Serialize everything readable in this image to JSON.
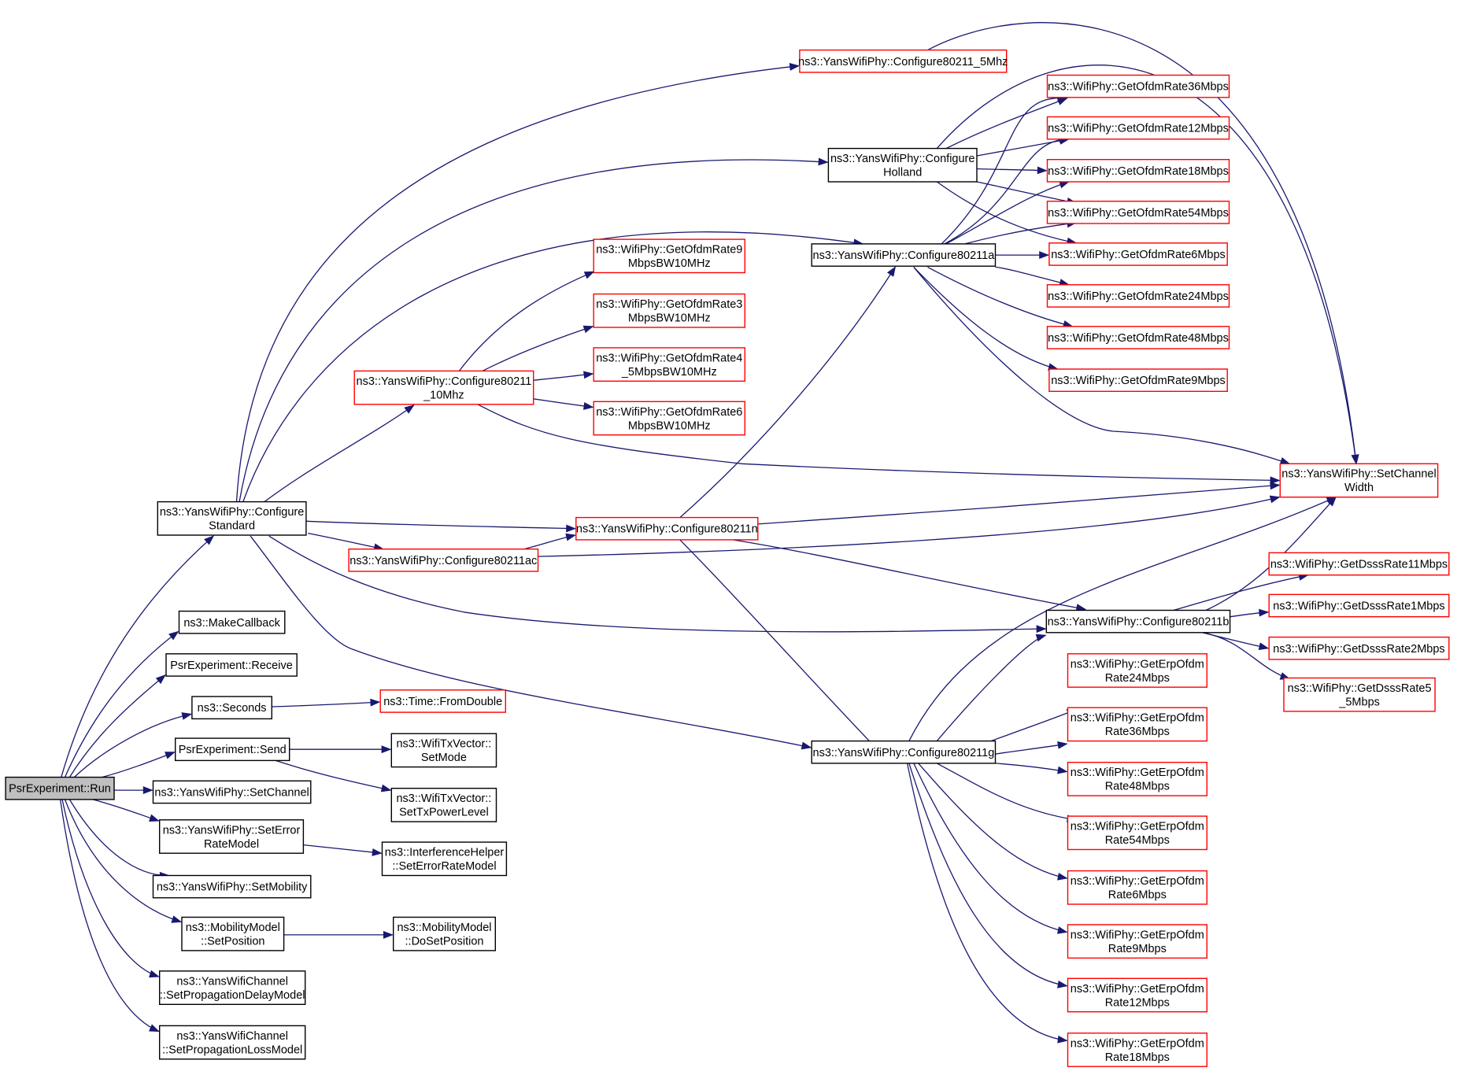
{
  "colors": {
    "edge": "#191970",
    "border_documented": "#000000",
    "border_undocumented": "#ff0000",
    "root_fill": "#bfbfbf",
    "node_fill": "#ffffff"
  },
  "nodes": {
    "run": {
      "lines": [
        "PsrExperiment::Run"
      ],
      "border": "black",
      "root": true
    },
    "cfgstd": {
      "lines": [
        "ns3::YansWifiPhy::Configure",
        "Standard"
      ],
      "border": "black"
    },
    "makecb": {
      "lines": [
        "ns3::MakeCallback"
      ],
      "border": "black"
    },
    "receive": {
      "lines": [
        "PsrExperiment::Receive"
      ],
      "border": "black"
    },
    "seconds": {
      "lines": [
        "ns3::Seconds"
      ],
      "border": "black"
    },
    "send": {
      "lines": [
        "PsrExperiment::Send"
      ],
      "border": "black"
    },
    "setchannel": {
      "lines": [
        "ns3::YansWifiPhy::SetChannel"
      ],
      "border": "black"
    },
    "seterm": {
      "lines": [
        "ns3::YansWifiPhy::SetError",
        "RateModel"
      ],
      "border": "black"
    },
    "setmobility": {
      "lines": [
        "ns3::YansWifiPhy::SetMobility"
      ],
      "border": "black"
    },
    "setposition": {
      "lines": [
        "ns3::MobilityModel",
        "::SetPosition"
      ],
      "border": "black"
    },
    "setpropdelay": {
      "lines": [
        "ns3::YansWifiChannel",
        "::SetPropagationDelayModel"
      ],
      "border": "black"
    },
    "setproploss": {
      "lines": [
        "ns3::YansWifiChannel",
        "::SetPropagationLossModel"
      ],
      "border": "black"
    },
    "fromdouble": {
      "lines": [
        "ns3::Time::FromDouble"
      ],
      "border": "red"
    },
    "setmode": {
      "lines": [
        "ns3::WifiTxVector::",
        "SetMode"
      ],
      "border": "black"
    },
    "settxpower": {
      "lines": [
        "ns3::WifiTxVector::",
        "SetTxPowerLevel"
      ],
      "border": "black"
    },
    "ihseterm": {
      "lines": [
        "ns3::InterferenceHelper",
        "::SetErrorRateModel"
      ],
      "border": "black"
    },
    "dosetpos": {
      "lines": [
        "ns3::MobilityModel",
        "::DoSetPosition"
      ],
      "border": "black"
    },
    "cfg5mhz": {
      "lines": [
        "ns3::YansWifiPhy::Configure80211_5Mhz"
      ],
      "border": "red"
    },
    "cfgholland": {
      "lines": [
        "ns3::YansWifiPhy::Configure",
        "Holland"
      ],
      "border": "black"
    },
    "cfga": {
      "lines": [
        "ns3::YansWifiPhy::Configure80211a"
      ],
      "border": "black"
    },
    "cfg10mhz": {
      "lines": [
        "ns3::YansWifiPhy::Configure80211",
        "_10Mhz"
      ],
      "border": "red"
    },
    "cfgn": {
      "lines": [
        "ns3::YansWifiPhy::Configure80211n"
      ],
      "border": "red"
    },
    "cfgac": {
      "lines": [
        "ns3::YansWifiPhy::Configure80211ac"
      ],
      "border": "red"
    },
    "cfgb": {
      "lines": [
        "ns3::YansWifiPhy::Configure80211b"
      ],
      "border": "black"
    },
    "cfgg": {
      "lines": [
        "ns3::YansWifiPhy::Configure80211g"
      ],
      "border": "black"
    },
    "o9bw": {
      "lines": [
        "ns3::WifiPhy::GetOfdmRate9",
        "MbpsBW10MHz"
      ],
      "border": "red"
    },
    "o3bw": {
      "lines": [
        "ns3::WifiPhy::GetOfdmRate3",
        "MbpsBW10MHz"
      ],
      "border": "red"
    },
    "o45bw": {
      "lines": [
        "ns3::WifiPhy::GetOfdmRate4",
        "_5MbpsBW10MHz"
      ],
      "border": "red"
    },
    "o6bw": {
      "lines": [
        "ns3::WifiPhy::GetOfdmRate6",
        "MbpsBW10MHz"
      ],
      "border": "red"
    },
    "o36": {
      "lines": [
        "ns3::WifiPhy::GetOfdmRate36Mbps"
      ],
      "border": "red"
    },
    "o12": {
      "lines": [
        "ns3::WifiPhy::GetOfdmRate12Mbps"
      ],
      "border": "red"
    },
    "o18": {
      "lines": [
        "ns3::WifiPhy::GetOfdmRate18Mbps"
      ],
      "border": "red"
    },
    "o54": {
      "lines": [
        "ns3::WifiPhy::GetOfdmRate54Mbps"
      ],
      "border": "red"
    },
    "o6": {
      "lines": [
        "ns3::WifiPhy::GetOfdmRate6Mbps"
      ],
      "border": "red"
    },
    "o24": {
      "lines": [
        "ns3::WifiPhy::GetOfdmRate24Mbps"
      ],
      "border": "red"
    },
    "o48": {
      "lines": [
        "ns3::WifiPhy::GetOfdmRate48Mbps"
      ],
      "border": "red"
    },
    "o9": {
      "lines": [
        "ns3::WifiPhy::GetOfdmRate9Mbps"
      ],
      "border": "red"
    },
    "setcw": {
      "lines": [
        "ns3::YansWifiPhy::SetChannel",
        "Width"
      ],
      "border": "red"
    },
    "d11": {
      "lines": [
        "ns3::WifiPhy::GetDsssRate11Mbps"
      ],
      "border": "red"
    },
    "d1": {
      "lines": [
        "ns3::WifiPhy::GetDsssRate1Mbps"
      ],
      "border": "red"
    },
    "d2": {
      "lines": [
        "ns3::WifiPhy::GetDsssRate2Mbps"
      ],
      "border": "red"
    },
    "d55": {
      "lines": [
        "ns3::WifiPhy::GetDsssRate5",
        "_5Mbps"
      ],
      "border": "red"
    },
    "e24": {
      "lines": [
        "ns3::WifiPhy::GetErpOfdm",
        "Rate24Mbps"
      ],
      "border": "red"
    },
    "e36": {
      "lines": [
        "ns3::WifiPhy::GetErpOfdm",
        "Rate36Mbps"
      ],
      "border": "red"
    },
    "e48": {
      "lines": [
        "ns3::WifiPhy::GetErpOfdm",
        "Rate48Mbps"
      ],
      "border": "red"
    },
    "e54": {
      "lines": [
        "ns3::WifiPhy::GetErpOfdm",
        "Rate54Mbps"
      ],
      "border": "red"
    },
    "e6": {
      "lines": [
        "ns3::WifiPhy::GetErpOfdm",
        "Rate6Mbps"
      ],
      "border": "red"
    },
    "e9": {
      "lines": [
        "ns3::WifiPhy::GetErpOfdm",
        "Rate9Mbps"
      ],
      "border": "red"
    },
    "e12": {
      "lines": [
        "ns3::WifiPhy::GetErpOfdm",
        "Rate12Mbps"
      ],
      "border": "red"
    },
    "e18": {
      "lines": [
        "ns3::WifiPhy::GetErpOfdm",
        "Rate18Mbps"
      ],
      "border": "red"
    }
  },
  "edges": [
    [
      "run",
      "cfgstd"
    ],
    [
      "run",
      "makecb"
    ],
    [
      "run",
      "receive"
    ],
    [
      "run",
      "seconds"
    ],
    [
      "run",
      "send"
    ],
    [
      "run",
      "setchannel"
    ],
    [
      "run",
      "seterm"
    ],
    [
      "run",
      "setmobility"
    ],
    [
      "run",
      "setposition"
    ],
    [
      "run",
      "setpropdelay"
    ],
    [
      "run",
      "setproploss"
    ],
    [
      "seconds",
      "fromdouble"
    ],
    [
      "send",
      "setmode"
    ],
    [
      "send",
      "settxpower"
    ],
    [
      "seterm",
      "ihseterm"
    ],
    [
      "setposition",
      "dosetpos"
    ],
    [
      "cfgstd",
      "cfg5mhz"
    ],
    [
      "cfgstd",
      "cfgholland"
    ],
    [
      "cfgstd",
      "cfga"
    ],
    [
      "cfgstd",
      "cfg10mhz"
    ],
    [
      "cfgstd",
      "cfgn"
    ],
    [
      "cfgstd",
      "cfgac"
    ],
    [
      "cfgstd",
      "cfgb"
    ],
    [
      "cfgstd",
      "cfgg"
    ],
    [
      "cfg5mhz",
      "setcw"
    ],
    [
      "cfgholland",
      "o36"
    ],
    [
      "cfgholland",
      "o12"
    ],
    [
      "cfgholland",
      "o18"
    ],
    [
      "cfgholland",
      "o54"
    ],
    [
      "cfgholland",
      "o6"
    ],
    [
      "cfgholland",
      "setcw"
    ],
    [
      "cfga",
      "o36"
    ],
    [
      "cfga",
      "o12"
    ],
    [
      "cfga",
      "o18"
    ],
    [
      "cfga",
      "o54"
    ],
    [
      "cfga",
      "o6"
    ],
    [
      "cfga",
      "o24"
    ],
    [
      "cfga",
      "o48"
    ],
    [
      "cfga",
      "o9"
    ],
    [
      "cfga",
      "setcw"
    ],
    [
      "cfg10mhz",
      "o9bw"
    ],
    [
      "cfg10mhz",
      "o3bw"
    ],
    [
      "cfg10mhz",
      "o45bw"
    ],
    [
      "cfg10mhz",
      "o6bw"
    ],
    [
      "cfg10mhz",
      "setcw"
    ],
    [
      "cfgn",
      "cfga"
    ],
    [
      "cfgn",
      "cfgb"
    ],
    [
      "cfgn",
      "cfgg"
    ],
    [
      "cfgn",
      "setcw"
    ],
    [
      "cfgac",
      "cfgn"
    ],
    [
      "cfgac",
      "setcw"
    ],
    [
      "cfgb",
      "d11"
    ],
    [
      "cfgb",
      "d1"
    ],
    [
      "cfgb",
      "d2"
    ],
    [
      "cfgb",
      "d55"
    ],
    [
      "cfgb",
      "setcw"
    ],
    [
      "cfgg",
      "cfgb"
    ],
    [
      "cfgg",
      "setcw"
    ],
    [
      "cfgg",
      "e24"
    ],
    [
      "cfgg",
      "e36"
    ],
    [
      "cfgg",
      "e48"
    ],
    [
      "cfgg",
      "e54"
    ],
    [
      "cfgg",
      "e6"
    ],
    [
      "cfgg",
      "e9"
    ],
    [
      "cfgg",
      "e12"
    ],
    [
      "cfgg",
      "e18"
    ]
  ]
}
